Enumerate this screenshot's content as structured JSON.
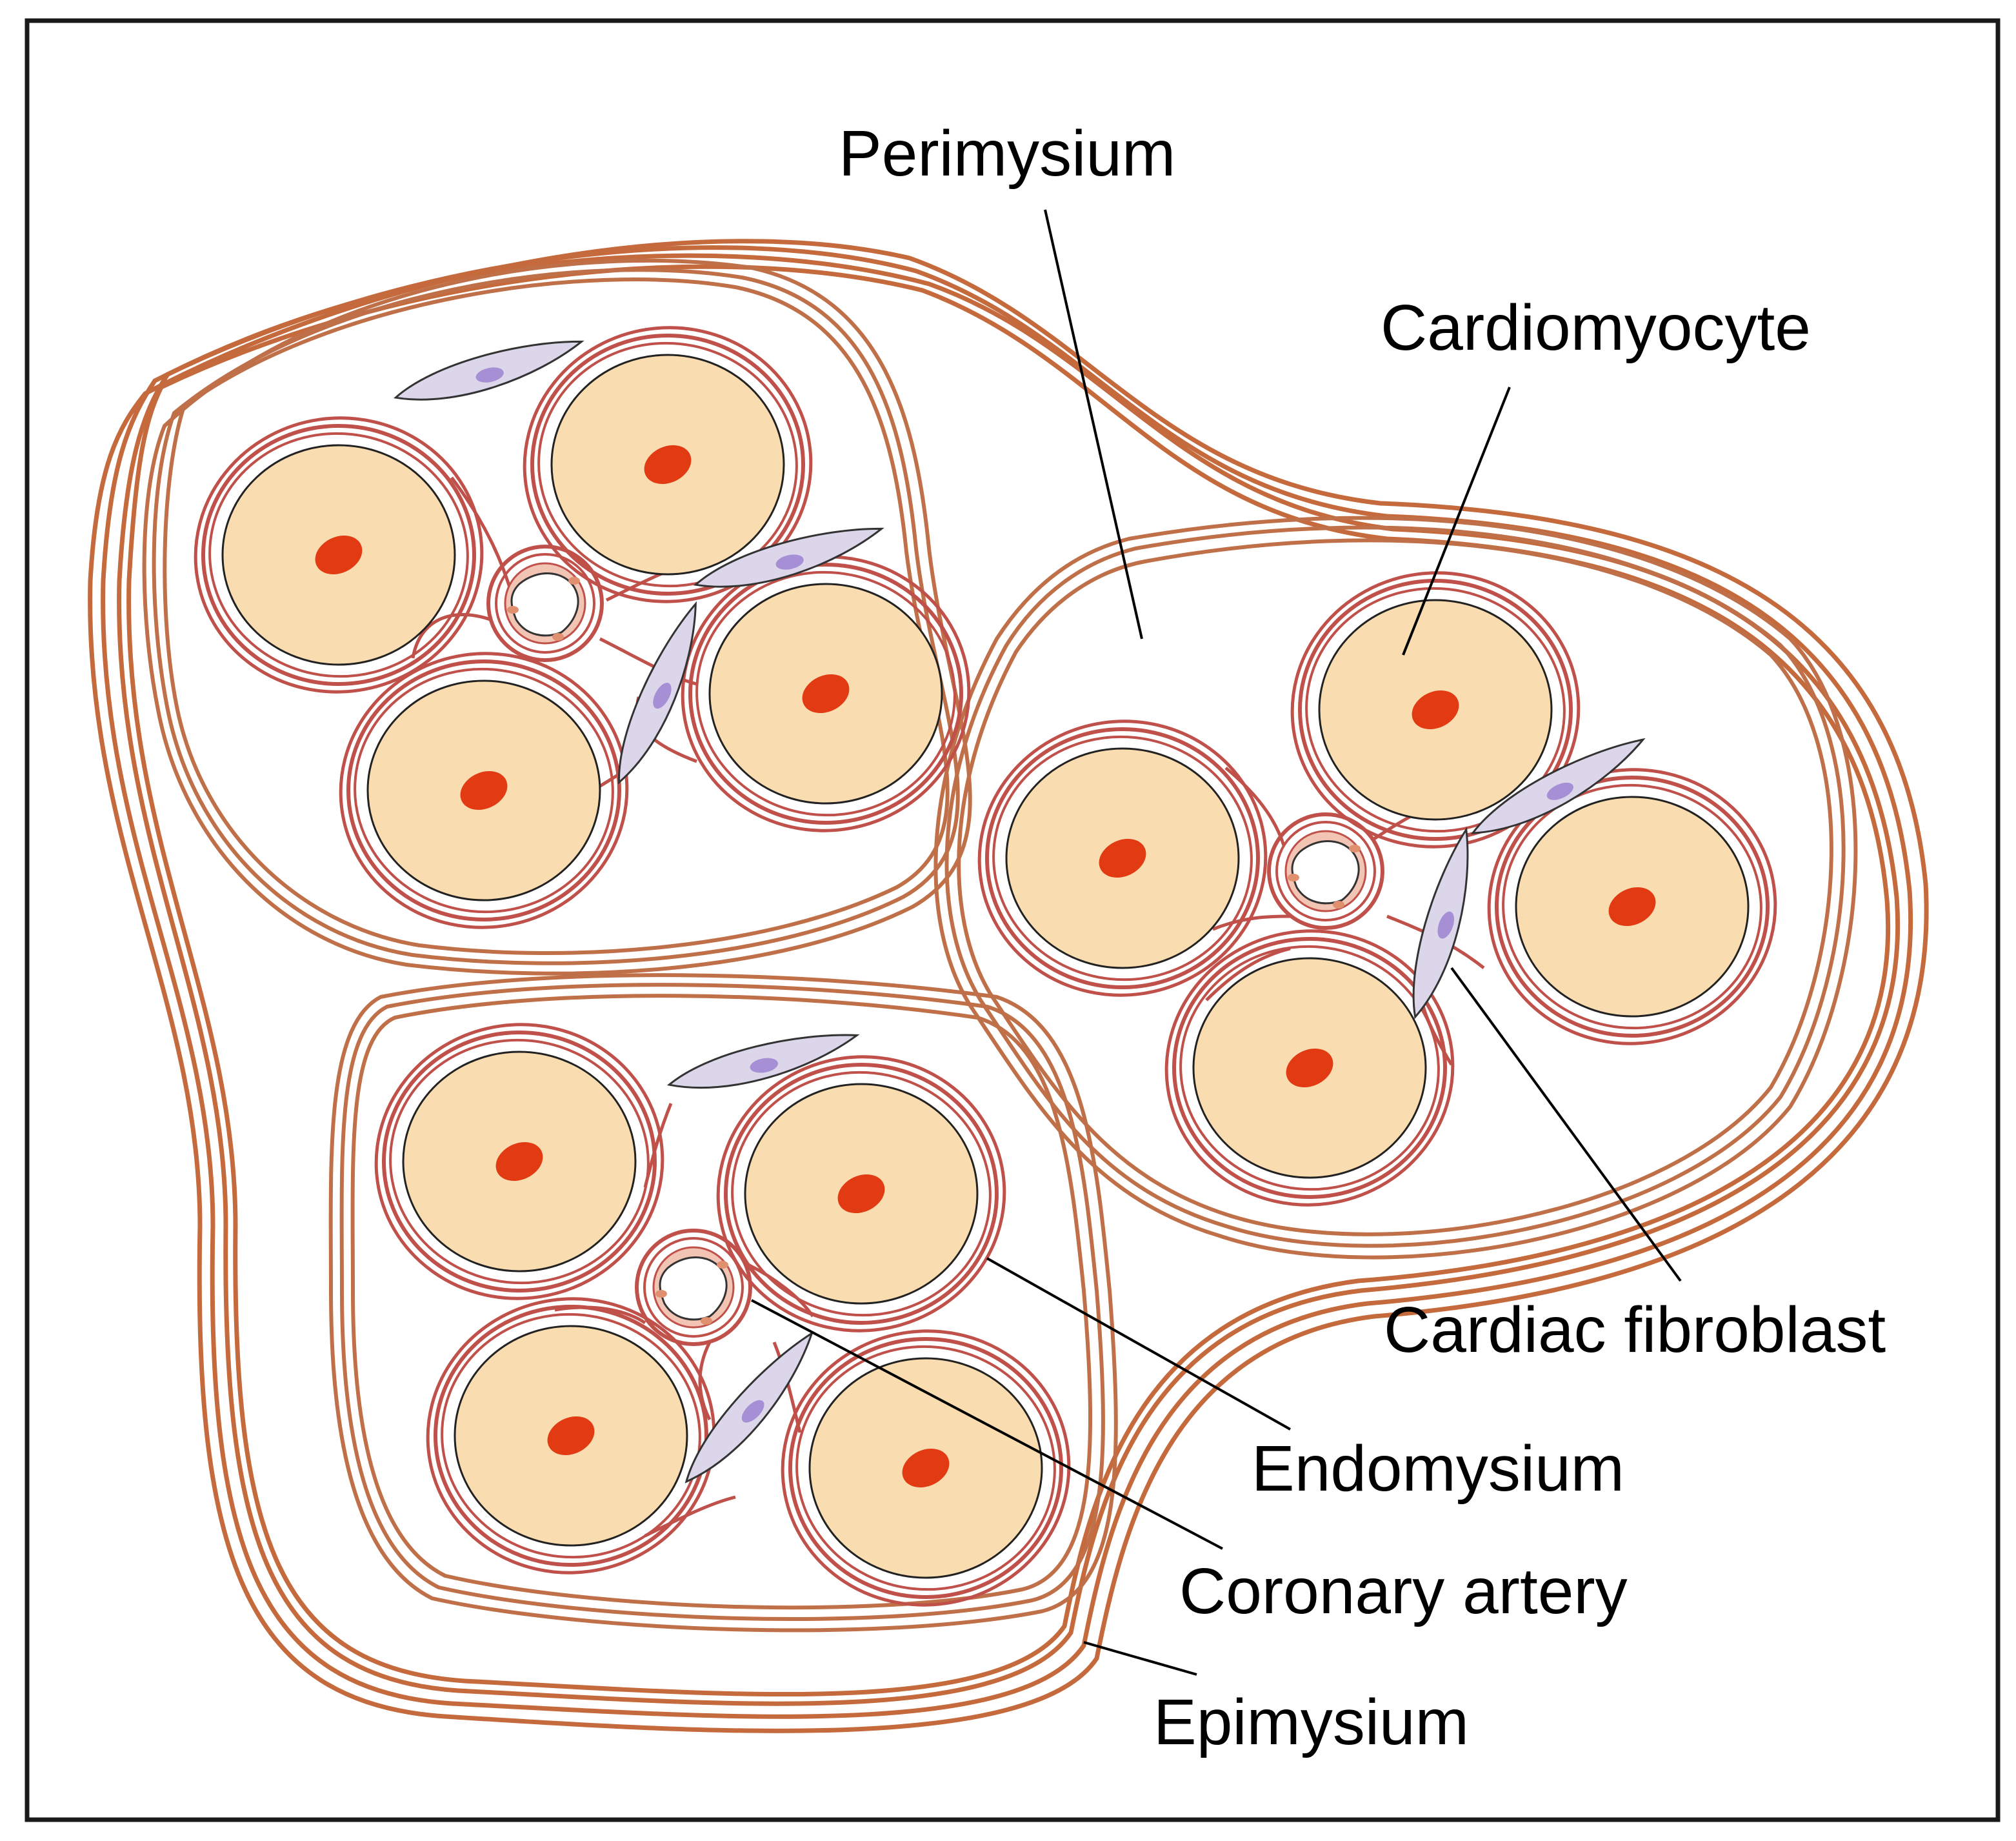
{
  "labels": {
    "perimysium": "Perimysium",
    "cardiomyocyte": "Cardiomyocyte",
    "cardiac_fibroblast": "Cardiac fibroblast",
    "endomysium": "Endomysium",
    "coronary_artery": "Coronary artery",
    "epimysium": "Epimysium"
  },
  "colors": {
    "background": "#ffffff",
    "frame": "#1a1a1a",
    "epimysium": "#c46a3c",
    "perimysium": "#c07048",
    "endomysium": "#c0504a",
    "cardiomyocyte_fill": "#f9dcaf",
    "cardiomyocyte_outline": "#222222",
    "nucleus": "#e23a12",
    "fibroblast_fill": "#dcd6ea",
    "fibroblast_nucleus": "#a78fd6",
    "artery_wall": "#f2c4b4",
    "artery_nuclei": "#e0906e",
    "leader_line": "#000000"
  }
}
